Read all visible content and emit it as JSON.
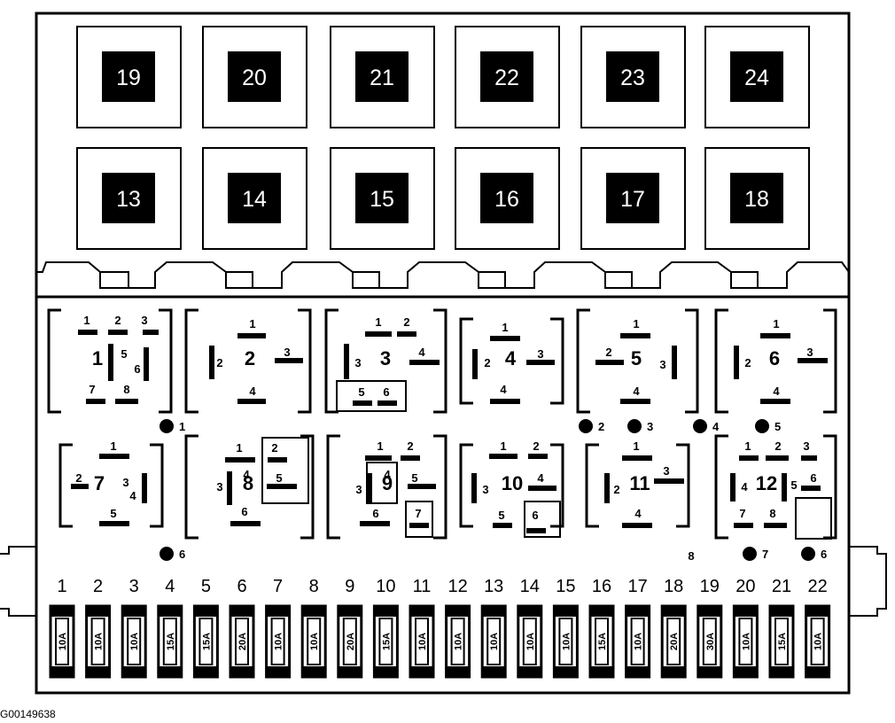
{
  "upper_relays": {
    "row_top": [
      "19",
      "20",
      "21",
      "22",
      "23",
      "24"
    ],
    "row_bottom": [
      "13",
      "14",
      "15",
      "16",
      "17",
      "18"
    ]
  },
  "relay_positions": [
    {
      "num": "1",
      "pins": [
        "1",
        "2",
        "3",
        "5",
        "6",
        "7",
        "8"
      ]
    },
    {
      "num": "2",
      "pins": [
        "1",
        "2",
        "3",
        "4"
      ]
    },
    {
      "num": "3",
      "pins": [
        "1",
        "2",
        "3",
        "4",
        "5",
        "6"
      ]
    },
    {
      "num": "4",
      "pins": [
        "1",
        "2",
        "3",
        "4"
      ]
    },
    {
      "num": "5",
      "pins": [
        "1",
        "2",
        "3",
        "4"
      ]
    },
    {
      "num": "6",
      "pins": [
        "1",
        "2",
        "3",
        "4"
      ]
    },
    {
      "num": "7",
      "pins": [
        "1",
        "2",
        "3",
        "4",
        "5"
      ]
    },
    {
      "num": "8",
      "pins": [
        "1",
        "2",
        "3",
        "4",
        "5",
        "6"
      ]
    },
    {
      "num": "9",
      "pins": [
        "1",
        "2",
        "3",
        "4",
        "5",
        "6",
        "7"
      ]
    },
    {
      "num": "10",
      "pins": [
        "1",
        "2",
        "3",
        "4",
        "5",
        "6"
      ]
    },
    {
      "num": "11",
      "pins": [
        "1",
        "2",
        "3",
        "4"
      ]
    },
    {
      "num": "12",
      "pins": [
        "1",
        "2",
        "3",
        "4",
        "5",
        "6",
        "7",
        "8"
      ]
    }
  ],
  "connector_markers": {
    "row1": [
      "1",
      "2",
      "3",
      "4",
      "5"
    ],
    "row2": [
      "6",
      "8",
      "7",
      "6"
    ]
  },
  "fuses": [
    {
      "num": "1",
      "rating": "10A"
    },
    {
      "num": "2",
      "rating": "10A"
    },
    {
      "num": "3",
      "rating": "10A"
    },
    {
      "num": "4",
      "rating": "15A"
    },
    {
      "num": "5",
      "rating": "15A"
    },
    {
      "num": "6",
      "rating": "20A"
    },
    {
      "num": "7",
      "rating": "10A"
    },
    {
      "num": "8",
      "rating": "10A"
    },
    {
      "num": "9",
      "rating": "20A"
    },
    {
      "num": "10",
      "rating": "15A"
    },
    {
      "num": "11",
      "rating": "10A"
    },
    {
      "num": "12",
      "rating": "10A"
    },
    {
      "num": "13",
      "rating": "10A"
    },
    {
      "num": "14",
      "rating": "10A"
    },
    {
      "num": "15",
      "rating": "10A"
    },
    {
      "num": "16",
      "rating": "15A"
    },
    {
      "num": "17",
      "rating": "10A"
    },
    {
      "num": "18",
      "rating": "20A"
    },
    {
      "num": "19",
      "rating": "30A"
    },
    {
      "num": "20",
      "rating": "10A"
    },
    {
      "num": "21",
      "rating": "15A"
    },
    {
      "num": "22",
      "rating": "10A"
    }
  ],
  "figure_id": "G00149638",
  "colors": {
    "ink": "#000000",
    "paper": "#ffffff"
  }
}
